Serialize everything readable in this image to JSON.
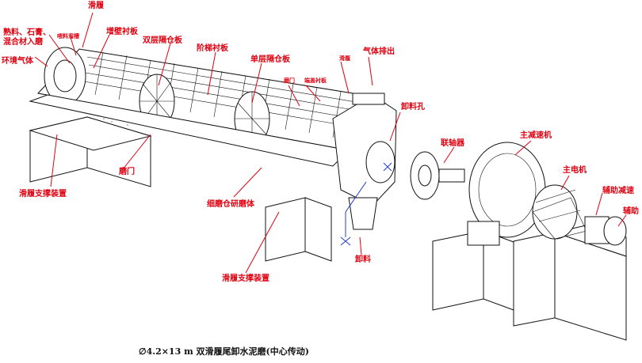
{
  "labels": {
    "huaxie_top": "滑履",
    "feed_material": "熟料、石膏、混合材入磨",
    "feed_chute": "喂料溜槽",
    "ambient_air": "环境气体",
    "liner_enhanced": "增壁衬板",
    "double_partition": "双层隔仓板",
    "step_liner": "阶梯衬板",
    "single_partition": "单层隔仓板",
    "manhole_top": "磨门",
    "ring_liner": "端盖衬板",
    "huaxie_right": "滑履",
    "gas_exhaust": "气体排出",
    "discharge_hole": "卸料孔",
    "coupling": "联轴器",
    "main_reducer": "主减速机",
    "main_motor": "主电机",
    "aux_reducer": "辅助减速",
    "aux_drive": "辅助",
    "manhole_bottom": "磨门",
    "fine_grinding": "细磨仓研磨体",
    "support_left": "滑履支撑装置",
    "support_right": "滑履支撑装置",
    "discharge": "卸料",
    "caption": "∅4.2×13 m 双滑履尾卸水泥磨(中心传动)"
  },
  "colors": {
    "label": "#e0000f",
    "line": "#111111",
    "axis_marker": "#1e3ccf"
  }
}
